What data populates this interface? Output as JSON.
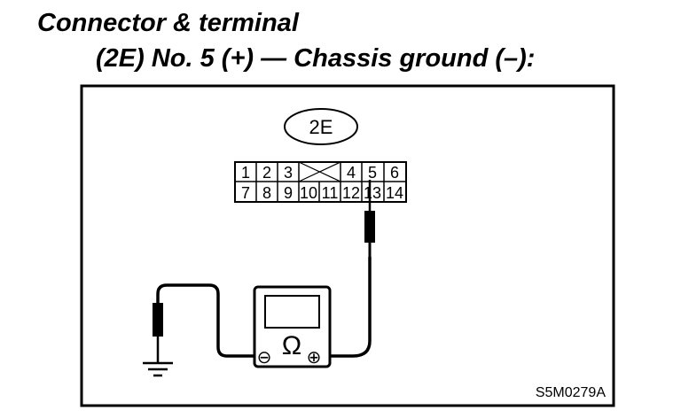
{
  "title_line_1": "Connector & terminal",
  "title_line_2": "(2E) No. 5 (+) — Chassis ground (–):",
  "connector": {
    "label": "2E",
    "top_row": [
      "1",
      "2",
      "3",
      "",
      "4",
      "5",
      "6"
    ],
    "bottom_row": [
      "7",
      "8",
      "9",
      "10",
      "11",
      "12",
      "13",
      "14"
    ]
  },
  "meter": {
    "symbol": "Ω",
    "negative": "⊖",
    "positive": "⊕"
  },
  "figure_code": "S5M0279A"
}
